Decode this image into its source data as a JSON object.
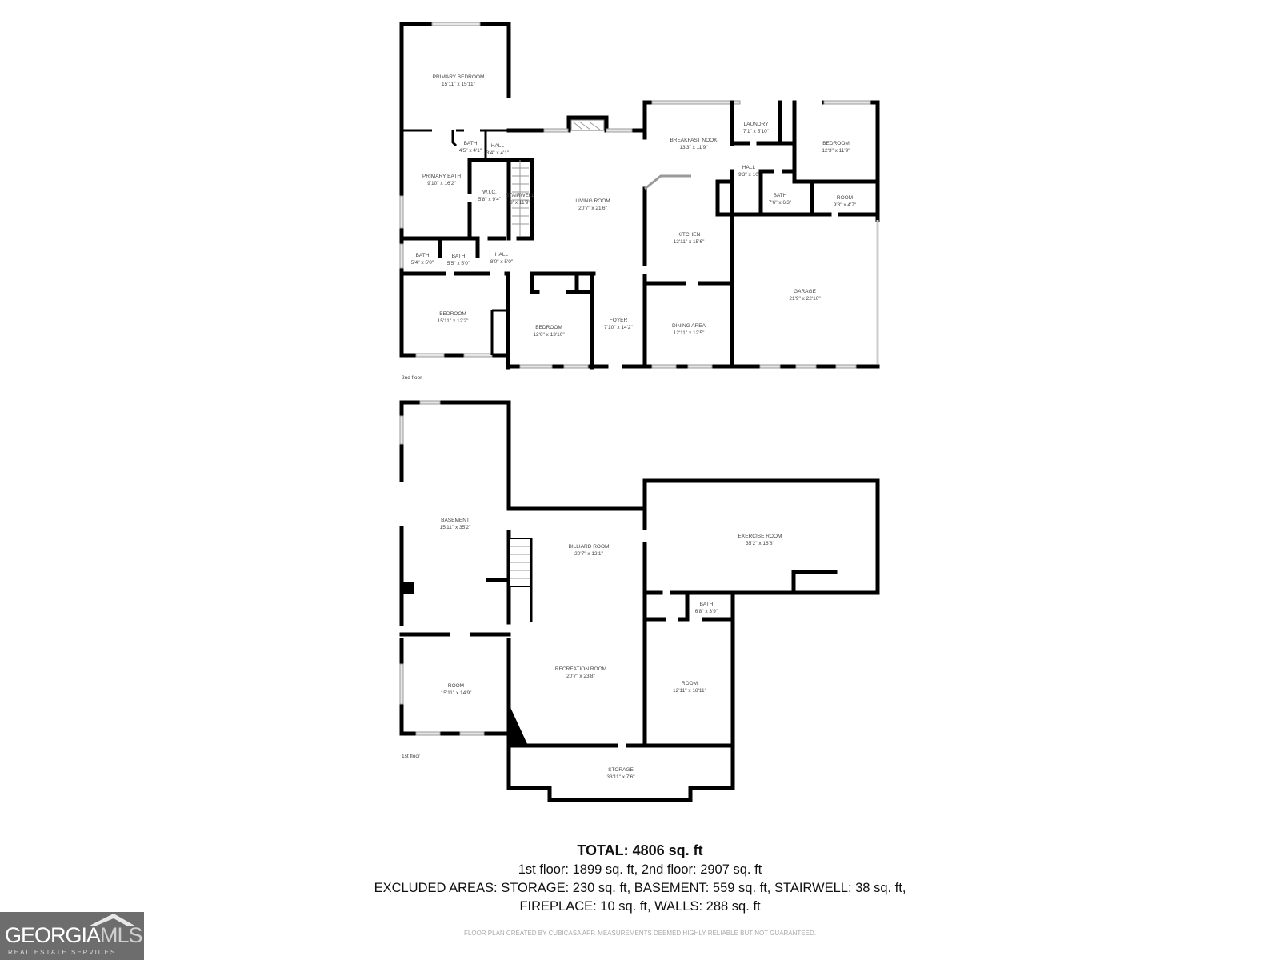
{
  "floors": {
    "second": {
      "label": "2nd floor",
      "rooms": [
        {
          "name": "PRIMARY BEDROOM",
          "dims": "15'11\" x 15'11\""
        },
        {
          "name": "BATH",
          "dims": "4'5\" x 4'1\""
        },
        {
          "name": "HALL",
          "dims": "3'4\" x 4'1\""
        },
        {
          "name": "PRIMARY BATH",
          "dims": "9'10\" x 16'2\""
        },
        {
          "name": "W.I.C.",
          "dims": "5'8\" x 9'4\""
        },
        {
          "name": "STAIRWELL",
          "dims": "3' x 11'9\""
        },
        {
          "name": "LIVING ROOM",
          "dims": "20'7\" x 21'6\""
        },
        {
          "name": "BREAKFAST NOOK",
          "dims": "13'3\" x 11'9\""
        },
        {
          "name": "LAUNDRY",
          "dims": "7'1\" x 5'10\""
        },
        {
          "name": "BEDROOM",
          "dims": "12'3\" x 11'9\""
        },
        {
          "name": "HALL",
          "dims": "9'3\" x 10'"
        },
        {
          "name": "BATH",
          "dims": "7'6\" x 6'3\""
        },
        {
          "name": "ROOM",
          "dims": "9'8\" x 4'7\""
        },
        {
          "name": "KITCHEN",
          "dims": "12'11\" x 15'6\""
        },
        {
          "name": "GARAGE",
          "dims": "21'9\" x 22'10\""
        },
        {
          "name": "BATH",
          "dims": "5'4\" x 5'0\""
        },
        {
          "name": "BATH",
          "dims": "5'5\" x 5'0\""
        },
        {
          "name": "HALL",
          "dims": "8'0\" x 5'0\""
        },
        {
          "name": "BEDROOM",
          "dims": "15'11\" x 12'2\""
        },
        {
          "name": "BEDROOM",
          "dims": "12'6\" x 13'10\""
        },
        {
          "name": "FOYER",
          "dims": "7'10\" x 14'2\""
        },
        {
          "name": "DINING AREA",
          "dims": "12'11\" x 12'5\""
        }
      ]
    },
    "first": {
      "label": "1st floor",
      "rooms": [
        {
          "name": "BASEMENT",
          "dims": "15'11\" x 35'2\""
        },
        {
          "name": "BILLIARD ROOM",
          "dims": "20'7\" x 12'1\""
        },
        {
          "name": "EXERCISE ROOM",
          "dims": "35'2\" x 16'8\""
        },
        {
          "name": "BATH",
          "dims": "6'8\" x 3'9\""
        },
        {
          "name": "RECREATION ROOM",
          "dims": "20'7\" x 23'8\""
        },
        {
          "name": "ROOM",
          "dims": "15'11\" x 14'9\""
        },
        {
          "name": "ROOM",
          "dims": "12'11\" x 18'11\""
        },
        {
          "name": "STORAGE",
          "dims": "33'11\" x 7'6\""
        }
      ]
    }
  },
  "summary": {
    "total": "TOTAL: 4806 sq. ft",
    "floors": "1st floor: 1899 sq. ft, 2nd floor: 2907 sq. ft",
    "excluded_1": "EXCLUDED AREAS: STORAGE: 230 sq. ft, BASEMENT: 559 sq. ft, STAIRWELL: 38 sq. ft,",
    "excluded_2": "FIREPLACE: 10 sq. ft, WALLS: 288 sq. ft",
    "disclaimer": "FLOOR PLAN CREATED BY CUBICASA APP. MEASUREMENTS DEEMED HIGHLY RELIABLE BUT NOT GUARANTEED."
  },
  "logo": {
    "text_a": "GEORGIA",
    "text_b": "MLS",
    "tagline": "REAL ESTATE SERVICES"
  }
}
